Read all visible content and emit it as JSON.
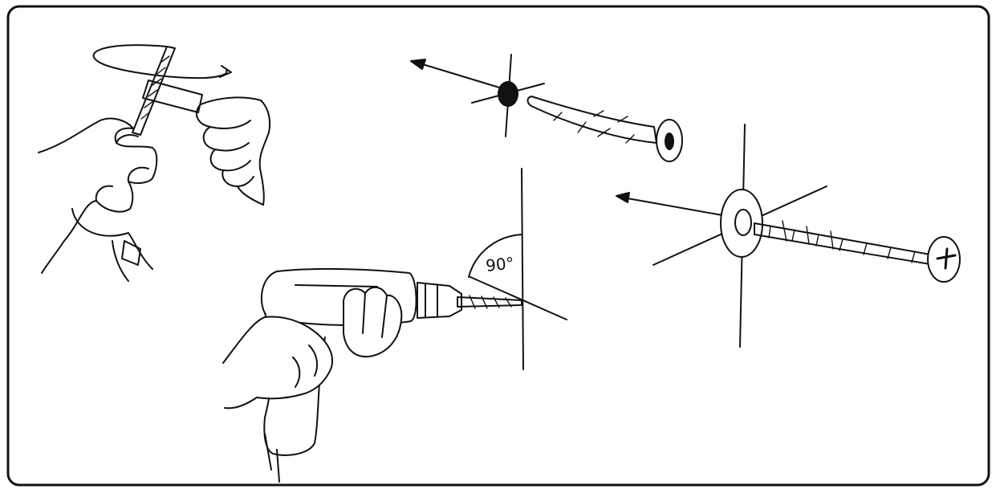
{
  "diagram": {
    "angle_label": "90°",
    "steps": [
      "tighten-drill-bit-in-chuck",
      "insert-wall-plug",
      "drill-hole-perpendicular",
      "drive-screw-with-washer"
    ]
  }
}
